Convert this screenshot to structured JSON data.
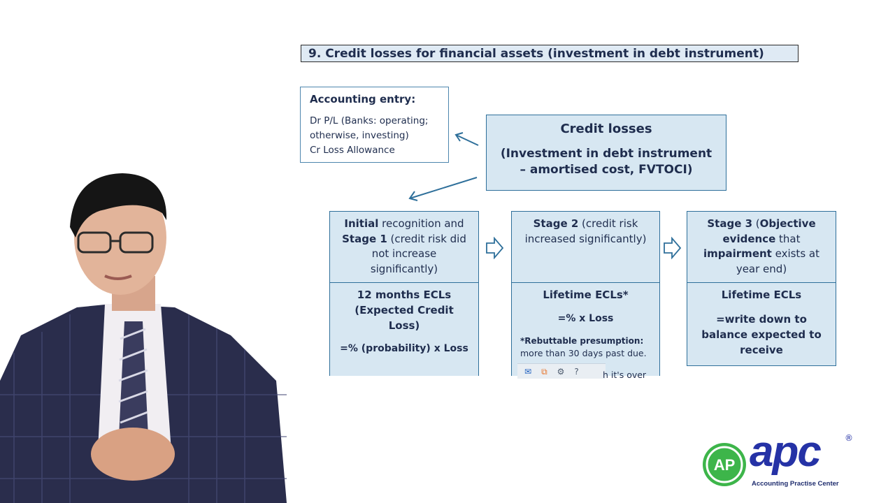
{
  "slide": {
    "title": "9. Credit losses for financial assets (investment in debt instrument)"
  },
  "accounting_entry": {
    "heading": "Accounting entry:",
    "lines": [
      "Dr P/L (Banks: operating;",
      "otherwise, investing)",
      "Cr Loss Allowance"
    ]
  },
  "credit_losses": {
    "title": "Credit losses",
    "subtitle_line1": "(Investment in debt instrument",
    "subtitle_line2": "– amortised cost, FVTOCI)"
  },
  "stages": {
    "stage1": {
      "top_bold1": "Initial",
      "top_text1": " recognition and",
      "top_bold2": "Stage 1",
      "top_text2": " (credit risk did",
      "top_text3": "not increase",
      "top_text4": "significantly)",
      "ecl_line1": "12 months ECLs",
      "ecl_line2": "(Expected Credit",
      "ecl_line3": "Loss)",
      "formula": "=% (probability) x Loss"
    },
    "stage2": {
      "top_bold": "Stage 2",
      "top_text1": " (credit risk",
      "top_text2": "increased significantly)",
      "ecl": "Lifetime ECLs*",
      "formula": "=% x Loss",
      "rebut_bold": "*Rebuttable presumption:",
      "rebut_text": "more than 30 days past due.",
      "cut_text": "h it's over"
    },
    "stage3": {
      "top_bold1": "Stage 3",
      "top_text1": " (",
      "top_bold2": "Objective",
      "top_bold3": "evidence",
      "top_text2": " that",
      "top_bold4": "impairment",
      "top_text3": " exists at",
      "top_text4": "year end)",
      "ecl": "Lifetime ECLs",
      "formula_line1": "=write down to",
      "formula_line2": "balance expected to",
      "formula_line3": "receive"
    }
  },
  "logo": {
    "word": "apc",
    "registered": "®",
    "tagline": "Accounting Practise Center",
    "emblem_text": "AP"
  },
  "colors": {
    "navy_text": "#1f2d4e",
    "box_fill": "#d7e7f2",
    "box_border": "#2e6f9a",
    "title_fill": "#dfeaf4",
    "logo_blue": "#2532a6",
    "logo_green": "#3db54a"
  },
  "icons": {
    "toolbar": [
      "mail-icon",
      "crop-icon",
      "settings-icon",
      "help-icon"
    ]
  }
}
